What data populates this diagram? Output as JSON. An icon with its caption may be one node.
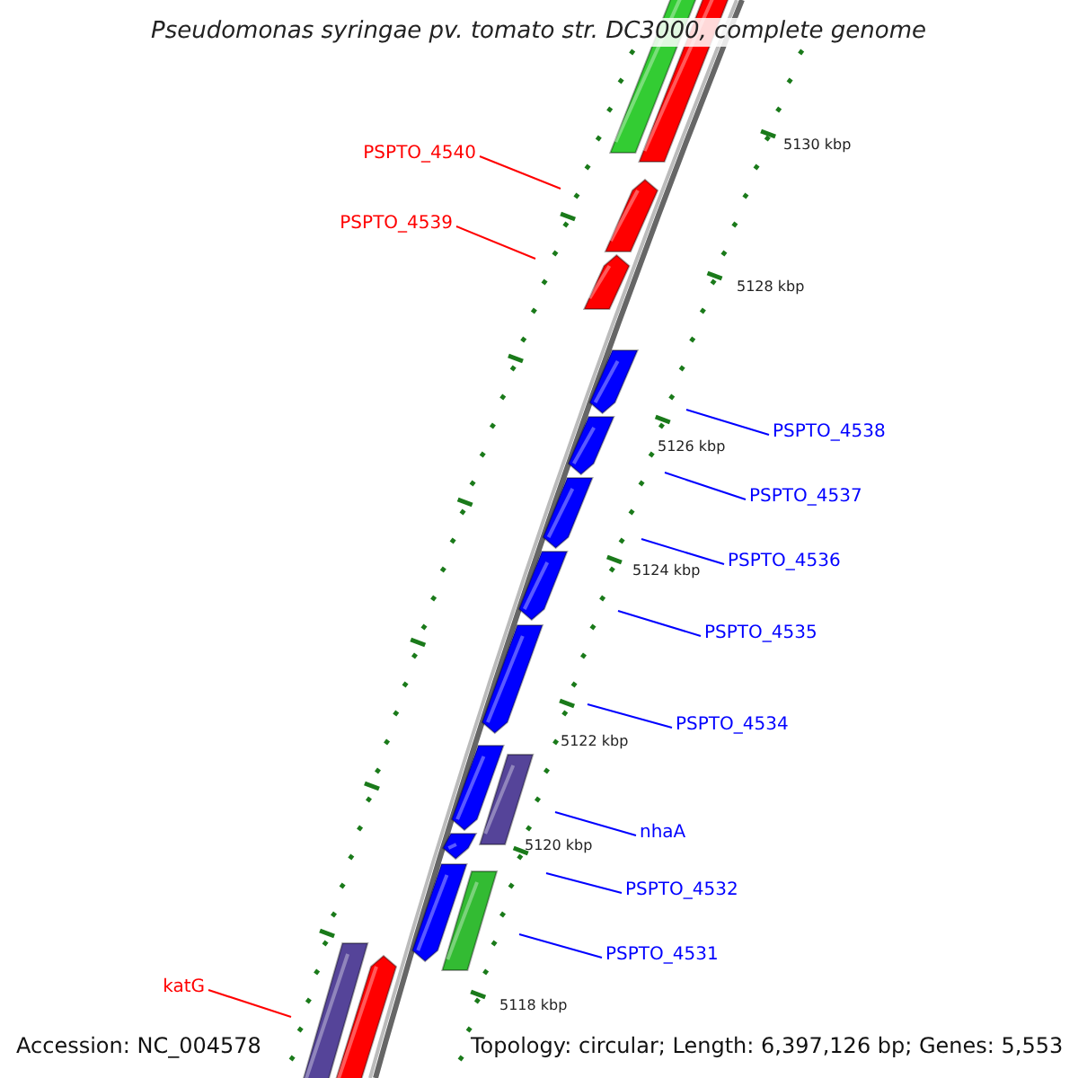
{
  "diagram": {
    "title": "Pseudomonas syringae pv. tomato str. DC3000, complete genome",
    "nodes": [
      {
        "text": [
          "PSPTO_4540"
        ]
      },
      {
        "text": [
          "PSPTO_4539"
        ]
      },
      {
        "text": [
          "PSPTO_4538"
        ]
      },
      {
        "text": [
          "PSPTO_4537"
        ]
      },
      {
        "text": [
          "PSPTO_4536"
        ]
      },
      {
        "text": [
          "PSPTO_4535"
        ]
      },
      {
        "text": [
          "PSPTO_4534"
        ]
      },
      {
        "text": [
          "nhaA"
        ]
      },
      {
        "text": [
          "PSPTO_4532"
        ]
      },
      {
        "text": [
          "PSPTO_4531"
        ]
      },
      {
        "text": [
          "katG"
        ]
      }
    ],
    "edges": [
      {
        "from": 0,
        "to": null,
        "arrow": "none",
        "color": "#ff0000"
      },
      {
        "from": 1,
        "to": null,
        "arrow": "none",
        "color": "#ff0000"
      },
      {
        "from": 2,
        "to": null,
        "arrow": "none"
      },
      {
        "from": 3,
        "to": null,
        "arrow": "none"
      },
      {
        "from": 4,
        "to": null,
        "arrow": "none"
      },
      {
        "from": 5,
        "to": null,
        "arrow": "none"
      },
      {
        "from": 6,
        "to": null,
        "arrow": "none"
      },
      {
        "from": 7,
        "to": null,
        "arrow": "none"
      },
      {
        "from": 8,
        "to": null,
        "arrow": "none"
      },
      {
        "from": 9,
        "to": null,
        "arrow": "none"
      },
      {
        "from": 10,
        "to": null,
        "arrow": "none",
        "color": "#ff0000"
      }
    ],
    "labels": [
      "5130 kbp",
      "5128 kbp",
      "5126 kbp",
      "5124 kbp",
      "5122 kbp",
      "5120 kbp",
      "5118 kbp",
      "Accession: NC_004578",
      "Topology: circular; Length: 6,397,126 bp; Genes: 5,553"
    ]
  }
}
